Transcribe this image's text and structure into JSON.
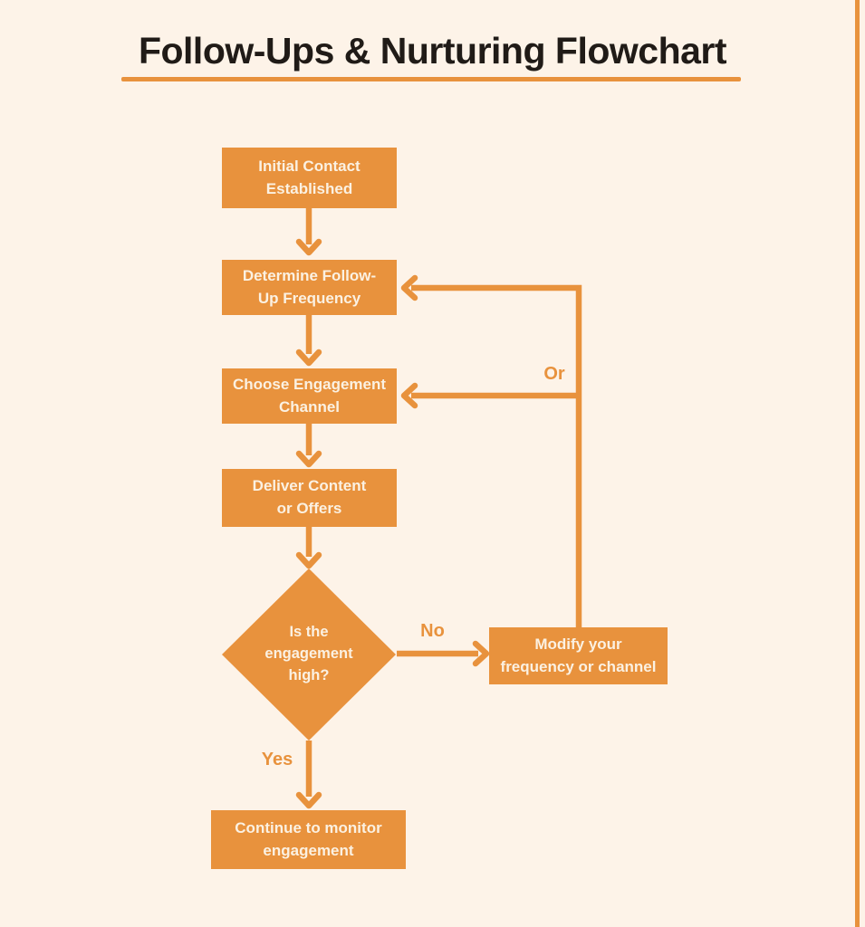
{
  "title": "Follow-Ups & Nurturing Flowchart",
  "colors": {
    "accent": "#E8923D",
    "background": "#FDF3E8",
    "node_text": "#FBF1E2",
    "title_text": "#201B17"
  },
  "nodes": {
    "initial_contact": {
      "label": "Initial Contact\nEstablished"
    },
    "determine_frequency": {
      "label": "Determine Follow-\nUp Frequency"
    },
    "choose_channel": {
      "label": "Choose Engagement\nChannel"
    },
    "deliver_content": {
      "label": "Deliver Content\nor Offers"
    },
    "engagement_high": {
      "label": "Is the\nengagement\nhigh?"
    },
    "modify_frequency": {
      "label": "Modify your\nfrequency or channel"
    },
    "continue_monitor": {
      "label": "Continue to monitor\nengagement"
    }
  },
  "edge_labels": {
    "no": "No",
    "or": "Or",
    "yes": "Yes"
  }
}
